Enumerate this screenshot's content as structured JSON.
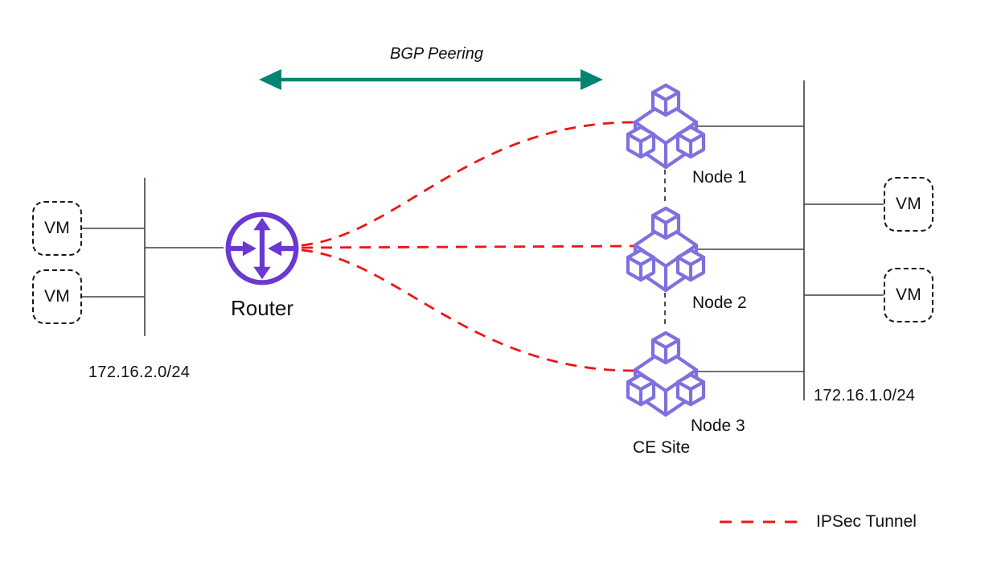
{
  "diagram": {
    "bgp_peering_label": "BGP Peering",
    "router": {
      "label": "Router"
    },
    "left_network": {
      "subnet": "172.16.2.0/24",
      "vms": [
        "VM",
        "VM"
      ]
    },
    "right_network": {
      "subnet": "172.16.1.0/24",
      "vms": [
        "VM",
        "VM"
      ]
    },
    "ce_site": {
      "label": "CE Site",
      "nodes": [
        "Node 1",
        "Node 2",
        "Node 3"
      ]
    },
    "legend": {
      "ipsec_tunnel": "IPSec Tunnel"
    },
    "colors": {
      "router_purple": "#6a38d2",
      "node_purple": "#7e71de",
      "tunnel_red": "#ed1515",
      "bgp_teal": "#008570",
      "wire_dark": "#3b4148",
      "text": "#111111"
    }
  }
}
